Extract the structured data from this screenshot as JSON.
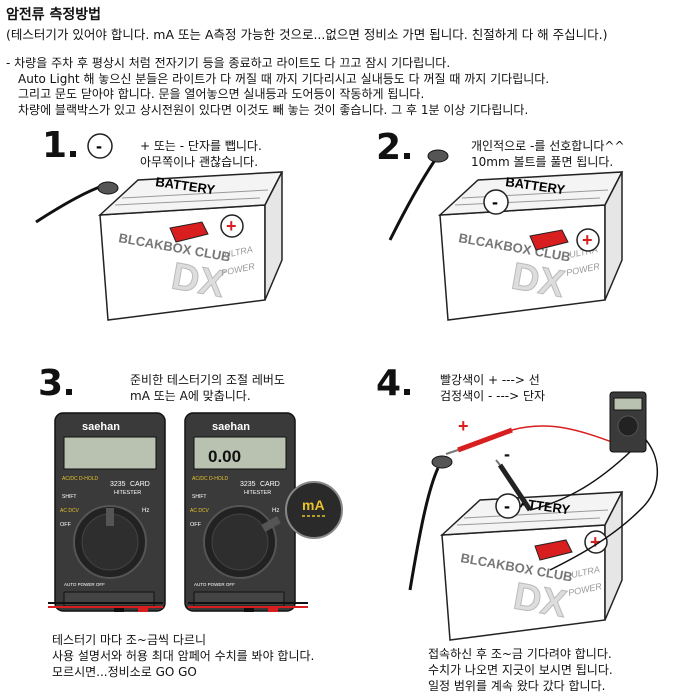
{
  "header": {
    "title": "암전류 측정방법",
    "subtitle": "(테스터기가 있어야 합니다. mA 또는 A측정 가능한 것으로...없으면 정비소 가면 됩니다. 친절하게 다 해 주십니다.)"
  },
  "notes": [
    "- 차량을 주차 후 평상시 처럼 전자기기 등을 종료하고 라이트도 다 끄고 잠시 기다립니다.",
    "  Auto Light 해 놓으신 분들은 라이트가 다 꺼질 때 까지 기다리시고 실내등도 다 꺼질 때 까지 기다립니다.",
    "  그리고 문도 닫아야 합니다. 문을 열어놓으면 실내등과 도어등이 작동하게 됩니다.",
    "  차량에 블랙박스가 있고 상시전원이 있다면 이것도 빼 놓는 것이 좋습니다. 그 후 1분 이상 기다립니다."
  ],
  "steps": [
    {
      "number": "1",
      "lines": [
        "+ 또는 - 단자를 뺍니다.",
        "아무쪽이나 괜찮습니다."
      ]
    },
    {
      "number": "2",
      "lines": [
        "개인적으로 -를 선호합니다^^",
        "10mm 볼트를 풀면 됩니다."
      ]
    },
    {
      "number": "3",
      "lines": [
        "준비한 테스터기의 조절 레버도",
        "mA 또는 A에 맞춥니다."
      ]
    },
    {
      "number": "4",
      "lines": [
        "빨강색이  + ---> 선",
        "검정색이  -   ---> 단자"
      ]
    }
  ],
  "bottom_captions": {
    "left": [
      "테스터기 마다 조~금씩 다르니",
      "사용 설명서와 허용 최대 암페어 수치를 봐야 합니다.",
      "모르시면...정비소로 GO GO"
    ],
    "right": [
      "접속하신 후 조~금 기다려야 합니다.",
      "수치가 나오면 지긋이 보시면 됩니다.",
      "일정 범위를 계속 왔다 갔다 합니다."
    ]
  },
  "battery": {
    "label_top": "BATTERY",
    "label_side": "BLCAKBOX CLUB",
    "label_dx": "DX",
    "label_ultra": "ULTRA",
    "label_power": "POWER",
    "plus": "+",
    "minus": "-"
  },
  "multimeter": {
    "brand": "saehan",
    "model": "3235",
    "model_suffix": "HITESTER",
    "card_label": "CARD",
    "display_value": "0.00",
    "mode_label": "mA",
    "acdc": "AC/DC D-HOLD",
    "shift": "SHIFT",
    "off": "OFF",
    "hz": "Hz",
    "auto_power_off": "AUTO POWER OFF",
    "ac_dcv": "AC DCV"
  },
  "probe_labels": {
    "plus": "+",
    "minus": "-"
  },
  "colors": {
    "red_terminal": "#d81e1e",
    "meter_body": "#3a3a3a",
    "meter_screen": "#b9c2b0",
    "accent_yellow": "#e8c22a"
  }
}
